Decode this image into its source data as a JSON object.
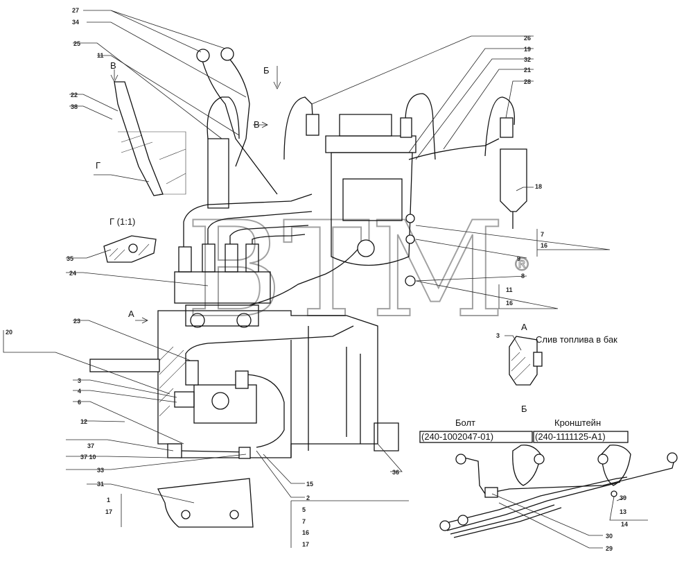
{
  "watermark": {
    "text": "ВТМ",
    "mark": "®"
  },
  "views": {
    "b_arrow": "Б",
    "v_arrow": "В",
    "v_title": "В",
    "g_label": "Г",
    "g_title": "Г (1:1)",
    "a_arrow": "А",
    "a_title": "А",
    "b_title": "Б"
  },
  "captions": {
    "drain": "Слив топлива в бак",
    "bolt_name": "Болт",
    "bolt_code": "(240-1002047-01)",
    "bracket_name": "Кронштейн",
    "bracket_code": "(240-1111125-А1)"
  },
  "callouts": [
    {
      "id": "c27",
      "text": "27"
    },
    {
      "id": "c34",
      "text": "34"
    },
    {
      "id": "c25",
      "text": "25"
    },
    {
      "id": "c11a",
      "text": "11"
    },
    {
      "id": "c22",
      "text": "22"
    },
    {
      "id": "c38",
      "text": "38"
    },
    {
      "id": "c35",
      "text": "35"
    },
    {
      "id": "c24",
      "text": "24"
    },
    {
      "id": "c23",
      "text": "23"
    },
    {
      "id": "c20",
      "text": "20"
    },
    {
      "id": "c3a",
      "text": "3"
    },
    {
      "id": "c4",
      "text": "4"
    },
    {
      "id": "c6",
      "text": "6"
    },
    {
      "id": "c12",
      "text": "12"
    },
    {
      "id": "c37a",
      "text": "37"
    },
    {
      "id": "c3710",
      "text": "37 10"
    },
    {
      "id": "c33",
      "text": "33"
    },
    {
      "id": "c31",
      "text": "31"
    },
    {
      "id": "c1",
      "text": "1"
    },
    {
      "id": "c17a",
      "text": "17"
    },
    {
      "id": "c15",
      "text": "15"
    },
    {
      "id": "c2",
      "text": "2"
    },
    {
      "id": "c5",
      "text": "5"
    },
    {
      "id": "c7a",
      "text": "7"
    },
    {
      "id": "c16a",
      "text": "16"
    },
    {
      "id": "c17b",
      "text": "17"
    },
    {
      "id": "c26",
      "text": "26"
    },
    {
      "id": "c19",
      "text": "19"
    },
    {
      "id": "c32",
      "text": "32"
    },
    {
      "id": "c21",
      "text": "21"
    },
    {
      "id": "c28",
      "text": "28"
    },
    {
      "id": "c18",
      "text": "18"
    },
    {
      "id": "c7b",
      "text": "7"
    },
    {
      "id": "c16b",
      "text": "16"
    },
    {
      "id": "c9",
      "text": "9"
    },
    {
      "id": "c8",
      "text": "8"
    },
    {
      "id": "c11b",
      "text": "11"
    },
    {
      "id": "c16c",
      "text": "16"
    },
    {
      "id": "c3b",
      "text": "3"
    },
    {
      "id": "c36",
      "text": "36"
    },
    {
      "id": "c39",
      "text": "39"
    },
    {
      "id": "c13",
      "text": "13"
    },
    {
      "id": "c14",
      "text": "14"
    },
    {
      "id": "c30",
      "text": "30"
    },
    {
      "id": "c29",
      "text": "29"
    }
  ]
}
